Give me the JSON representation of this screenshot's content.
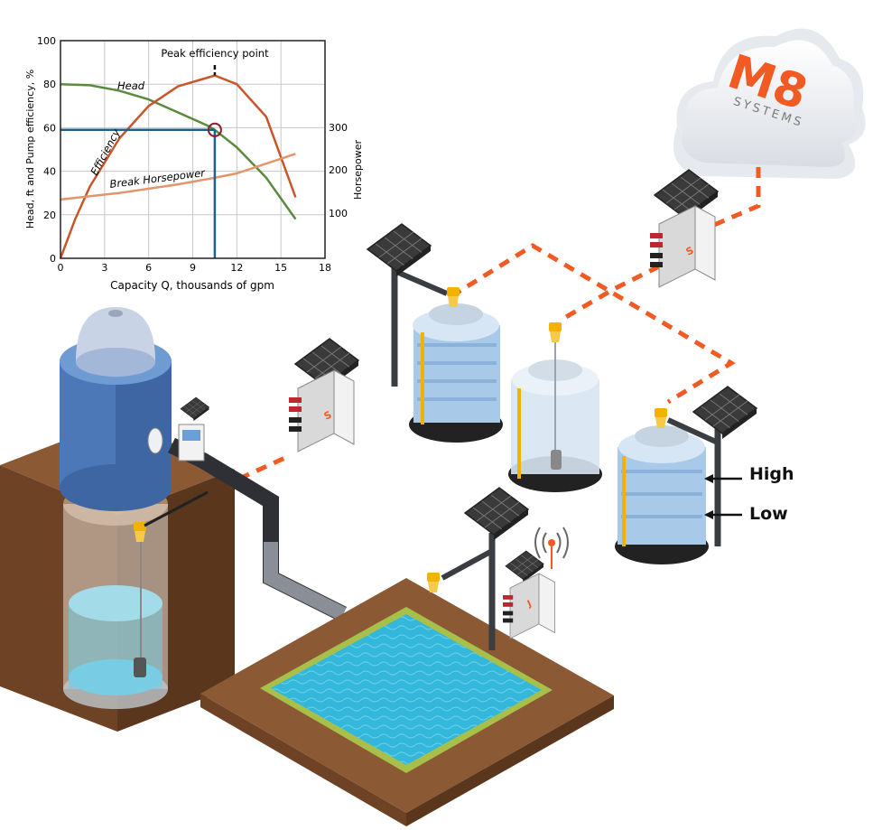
{
  "chart_data": {
    "type": "line",
    "x_label": "Capacity Q, thousands of gpm",
    "y_label_left": "Head, ft and Pump efficiency, %",
    "y_label_right": "Horsepower",
    "x_ticks": [
      "0",
      "3",
      "6",
      "9",
      "12",
      "15",
      "18"
    ],
    "y_ticks_left": [
      "0",
      "20",
      "40",
      "60",
      "80",
      "100"
    ],
    "y_ticks_right": [
      "100",
      "200",
      "300"
    ],
    "xlim": [
      0,
      18
    ],
    "ylim": [
      0,
      100
    ],
    "annotation": "Peak efficiency point",
    "series": [
      {
        "name": "Head",
        "color": "#5a8a3c",
        "x": [
          0,
          2,
          4,
          6,
          8,
          10,
          10.5,
          12,
          14,
          16
        ],
        "y": [
          80,
          79.5,
          77,
          73,
          67,
          61,
          59,
          51,
          37,
          18
        ]
      },
      {
        "name": "Efficiency",
        "color": "#c8562a",
        "x": [
          0,
          1,
          2,
          4,
          6,
          8,
          10,
          10.5,
          12,
          14,
          16
        ],
        "y": [
          0,
          18,
          33,
          55,
          70,
          79,
          83,
          84,
          80,
          65,
          28
        ]
      },
      {
        "name": "Break Horsepower",
        "color": "#e0956a",
        "x": [
          0,
          4,
          8,
          10.5,
          12,
          16
        ],
        "y": [
          27,
          30,
          34,
          37,
          39,
          48
        ]
      }
    ],
    "peak_point": {
      "x": 10.5,
      "y": 59
    }
  },
  "diagram": {
    "brand": "M8",
    "brand_sub": "SYSTEMS",
    "level_high": "High",
    "level_low": "Low",
    "device_letter_s": "S",
    "device_letter_j": "J",
    "colors": {
      "accent": "#f15a22",
      "tank_blue": "#5b84c4",
      "soil": "#7a4a2a",
      "water": "#33b7da"
    }
  }
}
